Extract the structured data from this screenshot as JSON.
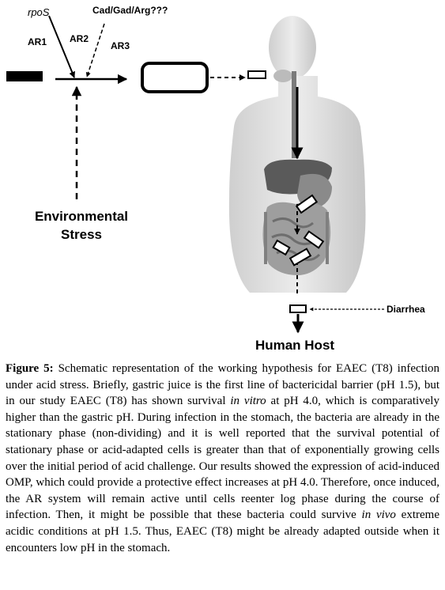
{
  "diagram": {
    "labels": {
      "rpos": "rpoS",
      "cad": "Cad/Gad/Arg???",
      "ar1": "AR1",
      "ar2": "AR2",
      "ar3": "AR3",
      "env1": "Environmental",
      "env2": "Stress",
      "diarrhea": "Diarrhea",
      "host": "Human Host"
    },
    "colors": {
      "body_light": "#e4e4e4",
      "body_mid": "#bdbdbd",
      "organ_dark": "#555555",
      "arrow": "#000000"
    }
  },
  "caption": {
    "label": "Figure 5:",
    "p1": " Schematic representation of the working hypothesis for EAEC (T8) infection under acid stress. Briefly, gastric juice is the first line of bactericidal barrier (pH 1.5), but in our study EAEC (T8) has shown survival ",
    "i1": "in vitro",
    "p2": " at pH 4.0, which is comparatively higher than the gastric pH. During infection in the stomach, the bacteria are already in the stationary phase (non-dividing) and it is well reported that the survival potential of stationary phase or acid-adapted cells is greater than that of exponentially growing cells over the initial period of acid challenge. Our results showed the expression of acid-induced OMP, which could provide a protective effect increases at pH 4.0. Therefore, once induced, the AR system will remain active until cells reenter log phase during the course of infection. Then, it might be possible that these bacteria could survive ",
    "i2": "in vivo",
    "p3": " extreme acidic conditions at pH 1.5. Thus, EAEC (T8) might be already adapted outside when it encounters low pH in the stomach."
  }
}
